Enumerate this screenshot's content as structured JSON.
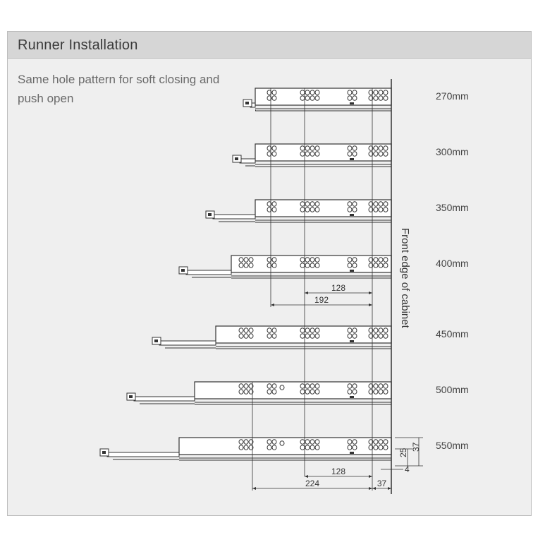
{
  "header": {
    "title": "Runner Installation"
  },
  "subtitle": "Same hole pattern for soft closing and push open",
  "cabinet_label": "Front edge of cabinet",
  "runners": [
    {
      "size": "270mm"
    },
    {
      "size": "300mm"
    },
    {
      "size": "350mm"
    },
    {
      "size": "400mm"
    },
    {
      "size": "450mm"
    },
    {
      "size": "500mm"
    },
    {
      "size": "550mm"
    }
  ],
  "dimensions": {
    "upper": {
      "inner": "128",
      "outer": "192"
    },
    "lower": {
      "inner": "128",
      "outer": "224",
      "front": "37"
    },
    "side": {
      "a": "25",
      "b": "37",
      "c": "4"
    }
  },
  "colors": {
    "line": "#333333",
    "panel": "#efefef",
    "header": "#d6d6d6"
  }
}
